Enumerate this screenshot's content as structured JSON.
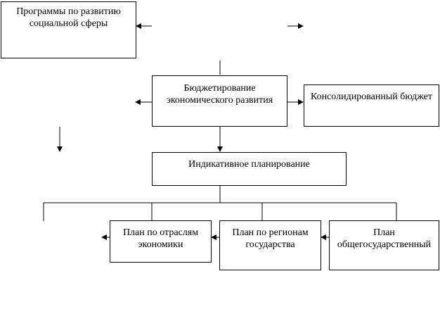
{
  "diagram": {
    "boxes": {
      "programs": "Программы по развитию социальной сферы",
      "budgeting": "Бюджетирование экономического развития",
      "consolidated": "Консолидированный бюджет",
      "indicative": "Индикативное планирование",
      "sectors": "План по отраслям экономики",
      "regions": "План по регионам государства",
      "state": "План общегосударственный"
    }
  }
}
